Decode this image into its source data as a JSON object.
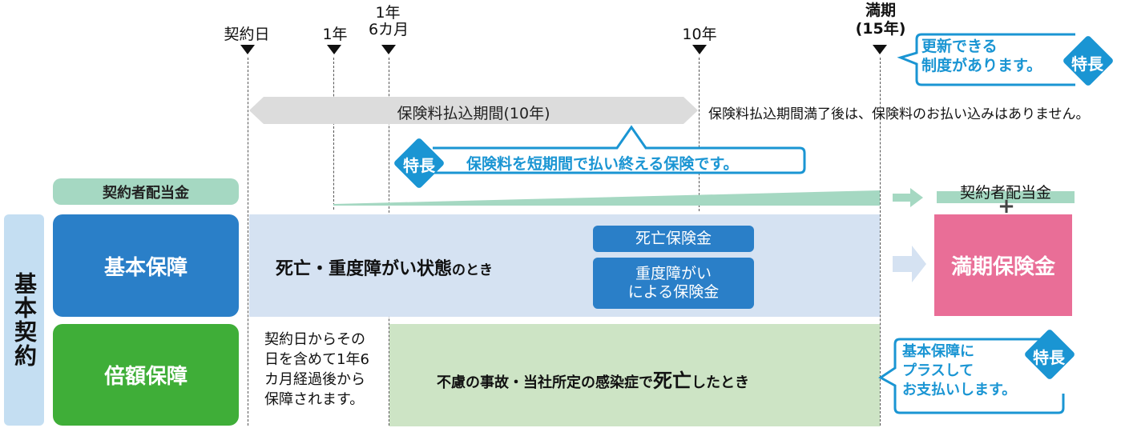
{
  "timeline": {
    "markers": [
      {
        "id": "contract-date",
        "label": "契約日"
      },
      {
        "id": "year-1",
        "label": "1年"
      },
      {
        "id": "year-1-6m",
        "label_line1": "1年",
        "label_line2": "6カ月"
      },
      {
        "id": "year-10",
        "label": "10年"
      },
      {
        "id": "maturity",
        "label_line1": "満期",
        "label_line2": "(15年)"
      }
    ]
  },
  "premium_period": {
    "label": "保険料払込期間(10年)",
    "after_note": "保険料払込期間満了後は、保険料のお払い込みはありません。"
  },
  "features": {
    "badge": "特長",
    "renewal": {
      "line1": "更新できる",
      "line2": "制度があります。"
    },
    "short_payment": "保険料を短期間で払い終える保険です。",
    "double_plus": {
      "line1": "基本保障に",
      "line2": "プラスして",
      "line3": "お支払いします。"
    }
  },
  "dividend": {
    "label": "契約者配当金",
    "maturity_label": "契約者配当金",
    "plus": "+"
  },
  "basic_contract": {
    "side_label": "基本契約",
    "basic_coverage": {
      "label": "基本保障",
      "condition_bold": "死亡・重度障がい状態",
      "condition_suffix": "のとき",
      "benefits": [
        {
          "line1": "死亡保険金"
        },
        {
          "line1": "重度障がい",
          "line2": "による保険金"
        }
      ]
    },
    "double_coverage": {
      "label": "倍額保障",
      "waiting_note": [
        "契約日からその",
        "日を含めて1年6",
        "カ月経過後から",
        "保障されます。"
      ],
      "condition_prefix": "不慮の事故・当社所定の感染症で",
      "condition_bold": "死亡",
      "condition_suffix": "したとき"
    }
  },
  "maturity_benefit": {
    "label": "満期保険金"
  },
  "colors": {
    "blue_accent": "#1a95d3",
    "basic_blue": "#2a7fc8",
    "double_green": "#3fae38",
    "dividend_green": "#a5d8c2",
    "basic_band": "#d5e2f2",
    "double_band": "#cde4c5",
    "maturity_pink": "#e96e97",
    "side_label_bg": "#c4def2",
    "premium_gray": "#dcdcdc"
  }
}
